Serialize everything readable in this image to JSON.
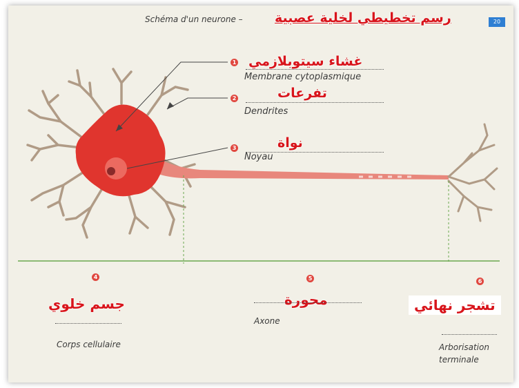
{
  "header": {
    "title_fr": "Schéma d'un neurone –",
    "title_ar": "رسم تخطيطي لخلية عصبية",
    "badge": "20"
  },
  "labels": [
    {
      "num": "1",
      "ar": "غشاء سيتوبلازمي",
      "fr": "Membrane cytoplasmique"
    },
    {
      "num": "2",
      "ar": "تفرعات",
      "fr": "Dendrites"
    },
    {
      "num": "3",
      "ar": "نواة",
      "fr": "Noyau"
    }
  ],
  "bottom_labels": [
    {
      "num": "4",
      "ar": "جسم خلوي",
      "fr": "Corps cellulaire"
    },
    {
      "num": "5",
      "ar": "محورة",
      "fr": "Axone"
    },
    {
      "num": "6",
      "ar": "تشجر نهائي",
      "fr_line1": "Arborisation",
      "fr_line2": "terminale"
    }
  ],
  "colors": {
    "cell_body": "#e0352e",
    "dendrite": "#b09b86",
    "axon": "#e8877c",
    "guide_line": "#6aa84f",
    "arabic_text": "#d8141b"
  }
}
